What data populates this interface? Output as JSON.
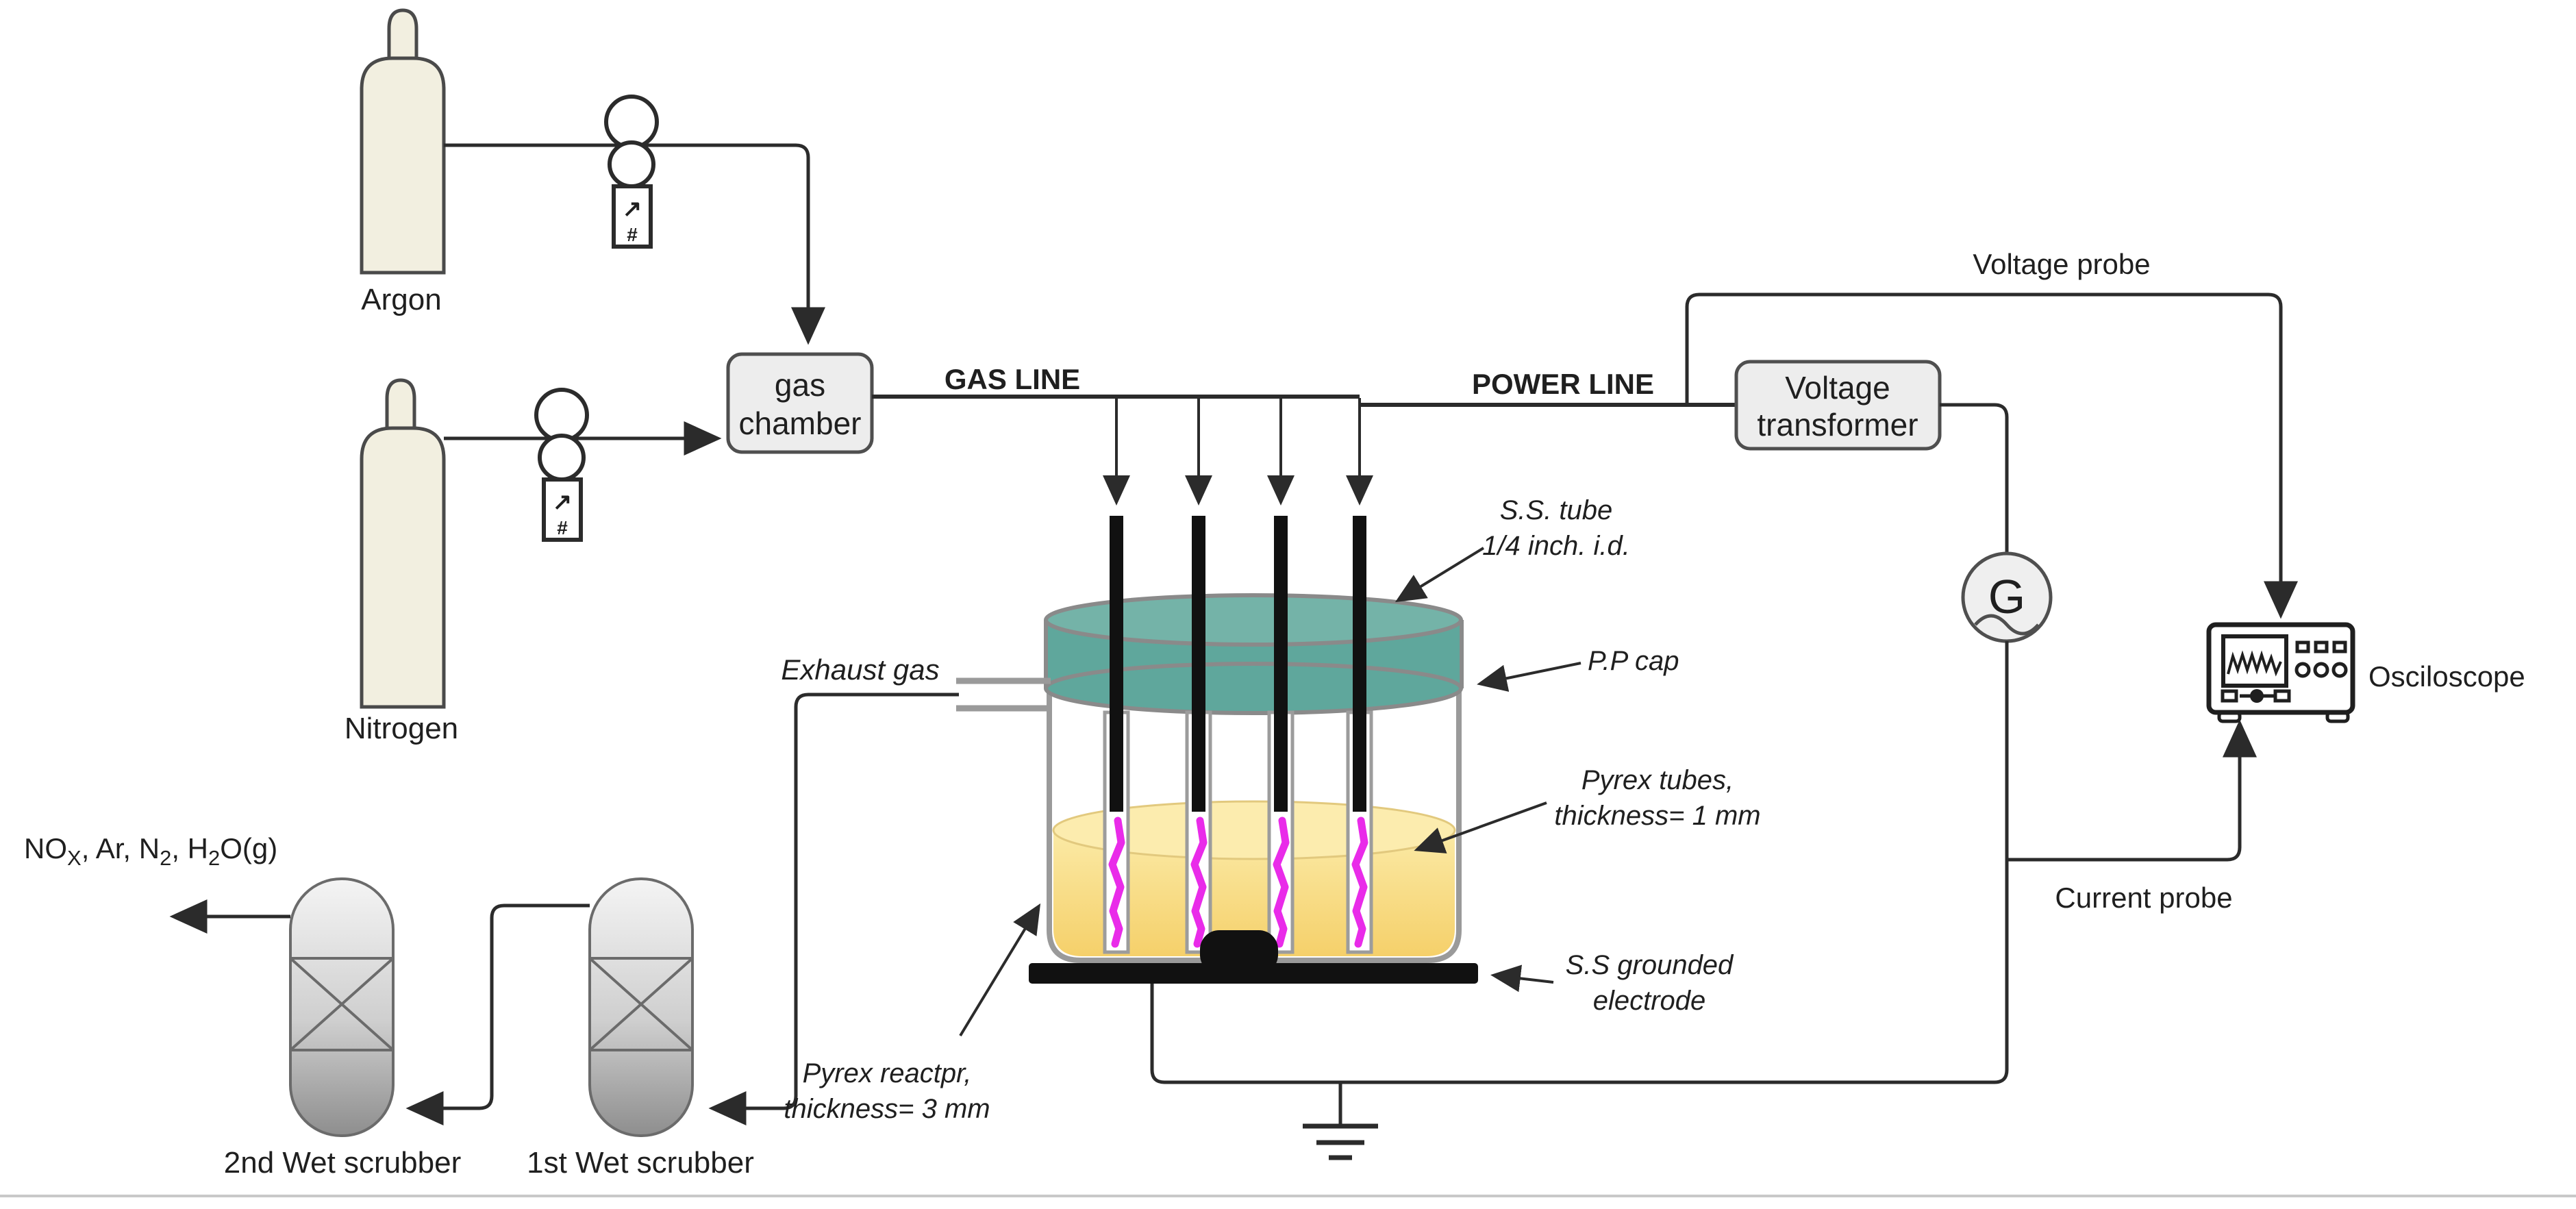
{
  "title": "DBD plasma reactor experimental setup diagram",
  "gas_section": {
    "argon_label": "Argon",
    "nitrogen_label": "Nitrogen",
    "gas_chamber": {
      "line1": "gas",
      "line2": "chamber"
    },
    "flowmeter_arrow_glyph": "↗",
    "flowmeter_hash_glyph": "#",
    "gas_line_label": "GAS LINE"
  },
  "power_section": {
    "power_line_label": "POWER LINE",
    "voltage_transformer": {
      "line1": "Voltage",
      "line2": "transformer"
    },
    "generator_label": "G",
    "voltage_probe_label": "Voltage probe",
    "current_probe_label": "Current probe",
    "oscilloscope_label": "Osciloscope"
  },
  "reactor": {
    "ss_tube": {
      "line1": "S.S. tube",
      "line2": "1/4 inch. i.d."
    },
    "pp_cap": "P.P cap",
    "pyrex_tubes": {
      "line1": "Pyrex tubes,",
      "line2": "thickness= 1 mm"
    },
    "ss_grounded": {
      "line1": "S.S grounded",
      "line2": "electrode"
    },
    "pyrex_reactor": {
      "line1": "Pyrex reactpr,",
      "line2": "thickness= 3 mm"
    },
    "exhaust_gas_label": "Exhaust gas"
  },
  "scrubbers": {
    "second_label": "2nd Wet scrubber",
    "first_label": "1st Wet scrubber",
    "outlet_products": {
      "p1": "NO",
      "p1_sub": "X",
      "p2": ", Ar, N",
      "p2_sub": "2",
      "p3": ", H",
      "p3_sub": "2",
      "p4": "O(g)"
    }
  },
  "colors": {
    "cap_teal": "#5FA79C",
    "cap_teal_light": "#74B3A8",
    "liquid_yellow_top": "#FBEAA6",
    "liquid_yellow_bottom": "#F5D06A",
    "plasma_magenta": "#E92BE9",
    "diagram_line": "#2B2B2B",
    "component_fill": "#EDEDED",
    "cylinder_cream": "#F2EFE0",
    "metal_gray": "#9A9A9A",
    "scrubber_gray_top": "#F4F4F4",
    "scrubber_gray_bottom": "#8E8E8E"
  }
}
